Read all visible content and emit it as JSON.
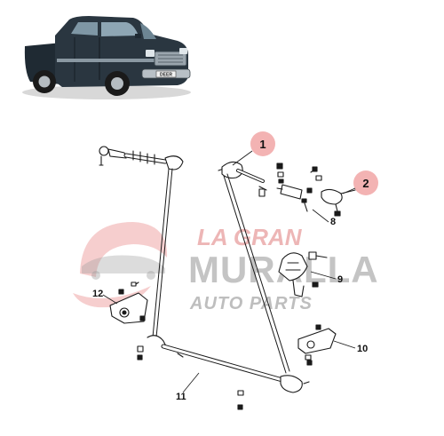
{
  "truck": {
    "plate": "DEER"
  },
  "watermark": {
    "line1": "LA GRAN",
    "line2": "MURALLA",
    "line3": "AUTO PARTS"
  },
  "callouts": [
    {
      "label": "1",
      "color": "#ef9a9a"
    },
    {
      "label": "2",
      "color": "#ef9a9a"
    }
  ],
  "part_numbers": [
    "8",
    "9",
    "10",
    "11",
    "12"
  ]
}
